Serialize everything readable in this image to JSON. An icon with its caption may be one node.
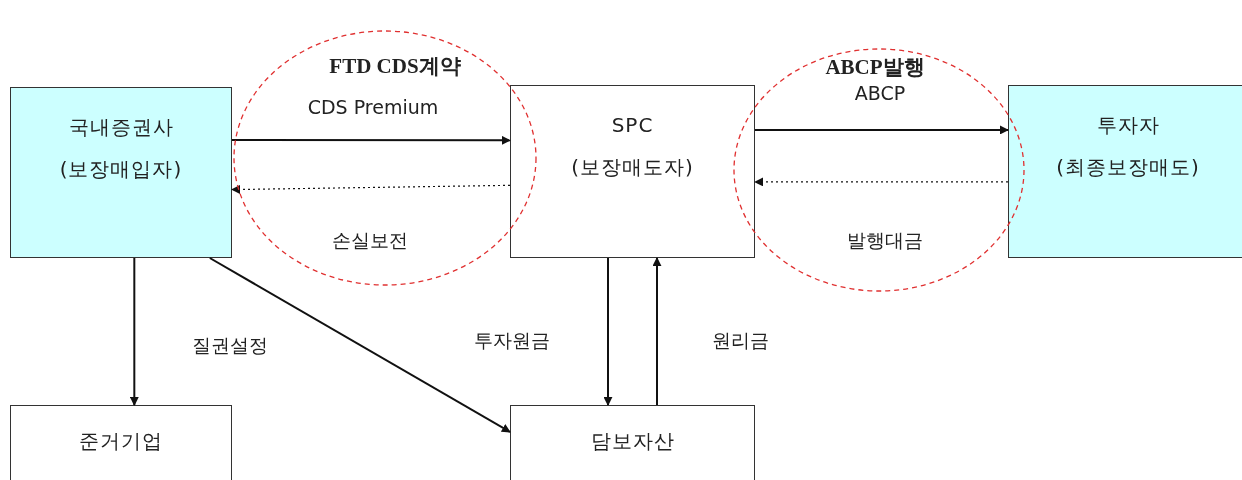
{
  "diagram": {
    "nodes": [
      {
        "text": [
          "국내증권사",
          "(보장매입자)"
        ]
      },
      {
        "text": [
          "SPC",
          "(보장매도자)"
        ]
      },
      {
        "text": [
          "투자자",
          "(최종보장매도)"
        ]
      },
      {
        "text": [
          "준거기업"
        ]
      },
      {
        "text": [
          "담보자산"
        ]
      }
    ],
    "labels": [
      "FTD CDS계약",
      "ABCP발행"
    ],
    "edges": [
      {
        "from": 0,
        "to": 1,
        "arrow": "to",
        "label": "CDS Premium"
      },
      {
        "from": 1,
        "to": 0,
        "arrow": "to",
        "label": "손실보전",
        "style": "dashed"
      },
      {
        "from": 1,
        "to": 2,
        "arrow": "to",
        "label": "ABCP"
      },
      {
        "from": 2,
        "to": 1,
        "arrow": "to",
        "label": "발행대금",
        "style": "dashed"
      },
      {
        "from": 0,
        "to": 3,
        "arrow": "to"
      },
      {
        "from": 0,
        "to": 4,
        "arrow": "to",
        "label": "질권설정"
      },
      {
        "from": 1,
        "to": 4,
        "arrow": "to",
        "label": "투자원금"
      },
      {
        "from": 4,
        "to": 1,
        "arrow": "to",
        "label": "원리금"
      }
    ]
  }
}
